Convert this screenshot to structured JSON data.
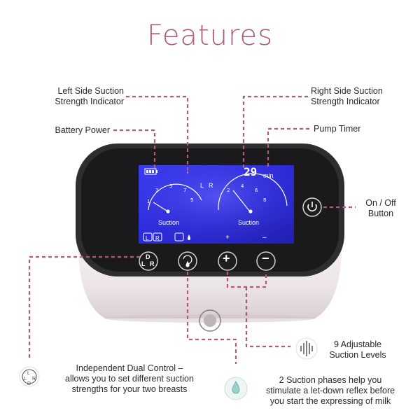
{
  "title": "Features",
  "labels": {
    "left_suction_line1": "Left Side Suction",
    "left_suction_line2": "Strength Indicator",
    "battery": "Battery Power",
    "right_suction_line1": "Right Side Suction",
    "right_suction_line2": "Strength Indicator",
    "pump_timer": "Pump Timer",
    "onoff_line1": "On / Off",
    "onoff_line2": "Button",
    "levels_line1": "9 Adjustable",
    "levels_line2": "Suction Levels",
    "dual_line1": "Independent Dual Control –",
    "dual_line2": "allows you to set different suction",
    "dual_line3": "strengths for your two breasts",
    "phases_line1": "2 Suction phases help you",
    "phases_line2": "stimulate a let-down reflex before",
    "phases_line3": "you start the expressing of milk"
  },
  "screen": {
    "timer_value": "29",
    "timer_unit": "min",
    "side_letter": "L",
    "side_letter_right": "R",
    "gauge_label_left": "Suction",
    "gauge_label_right": "Suction",
    "gauge_ticks": [
      "1",
      "3",
      "5",
      "7",
      "9",
      "2",
      "4",
      "6",
      "8"
    ],
    "mode_left": "L",
    "mode_right": "R",
    "plus_sign": "+",
    "minus_sign": "–"
  },
  "buttons": {
    "dual_top": "D",
    "dual_left": "L",
    "dual_right": "R",
    "plus": "+",
    "minus": "−"
  },
  "icon_dual": {
    "top": "L",
    "left": "L",
    "right": "R",
    "bottom": "D"
  },
  "colors": {
    "accent": "#b15a7a",
    "device_bezel": "#2e2e30",
    "screen_blue": "#2e2bd9",
    "device_body": "#f1ecee"
  }
}
